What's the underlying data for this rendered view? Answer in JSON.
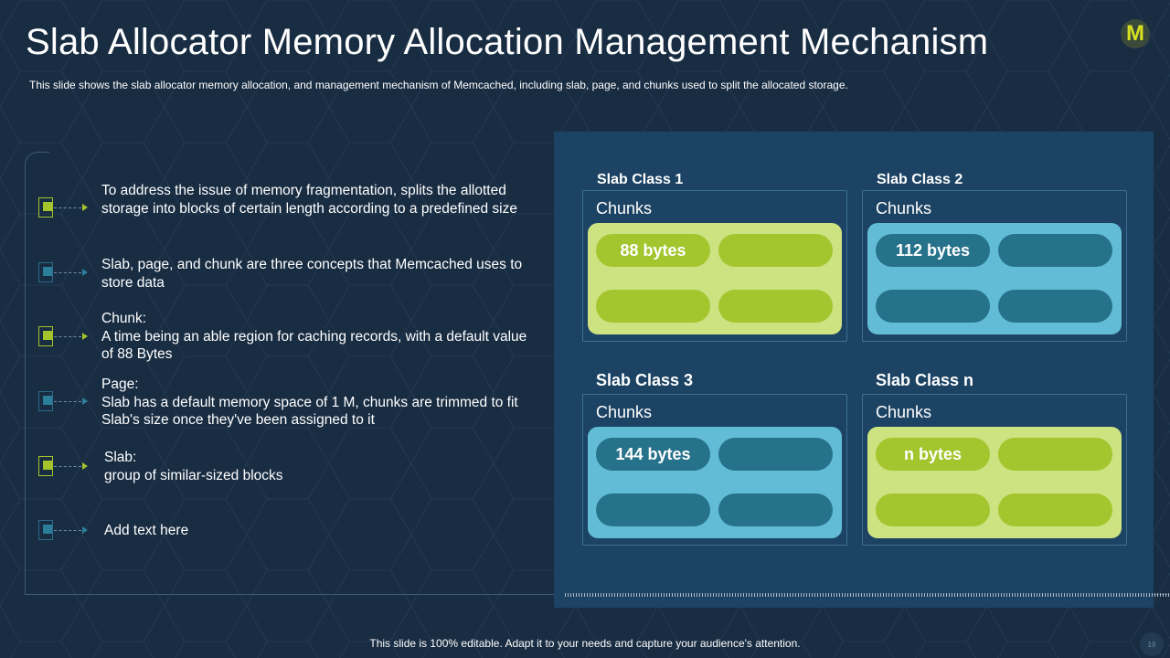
{
  "slide": {
    "title": "Slab Allocator Memory Allocation Management Mechanism",
    "subtitle": "This slide shows the slab allocator memory allocation, and management  mechanism of Memcached, including slab, page, and chunks used to split the allocated storage.",
    "logo_letter": "M",
    "footer": "This slide is 100% editable. Adapt it to your needs and capture your audience's attention.",
    "page_number": "19"
  },
  "timeline": {
    "items": [
      {
        "text": "To address the issue of memory fragmentation, splits the allotted storage into blocks of certain length according to a predefined size",
        "color": "green"
      },
      {
        "text": "Slab, page, and chunk are three concepts that Memcached uses to store data",
        "color": "blue"
      },
      {
        "text": "Chunk:\nA time being an able region for caching records, with a default value of 88 Bytes",
        "color": "green"
      },
      {
        "text": "Page:\nSlab has a default memory space of 1 M, chunks  are trimmed to fit Slab's size once they've  been assigned to it",
        "color": "blue"
      },
      {
        "text": "Slab:\ngroup of similar-sized blocks",
        "color": "green"
      },
      {
        "text": "Add text here",
        "color": "blue"
      }
    ]
  },
  "slab_classes": [
    {
      "title": "Slab Class 1",
      "chunks_label": "Chunks",
      "chunk_size": "88 bytes",
      "theme": "lime"
    },
    {
      "title": "Slab Class 2",
      "chunks_label": "Chunks",
      "chunk_size": "112 bytes",
      "theme": "sky"
    },
    {
      "title": "Slab Class 3",
      "chunks_label": "Chunks",
      "chunk_size": "144 bytes",
      "theme": "sky"
    },
    {
      "title": "Slab Class n",
      "chunks_label": "Chunks",
      "chunk_size": "n bytes",
      "theme": "lime"
    }
  ],
  "colors": {
    "background": "#182c42",
    "panel": "#1c4363",
    "accent_green": "#a3c42b",
    "accent_teal": "#27728b",
    "lime_light": "#cde281",
    "sky_light": "#62bcd5"
  }
}
